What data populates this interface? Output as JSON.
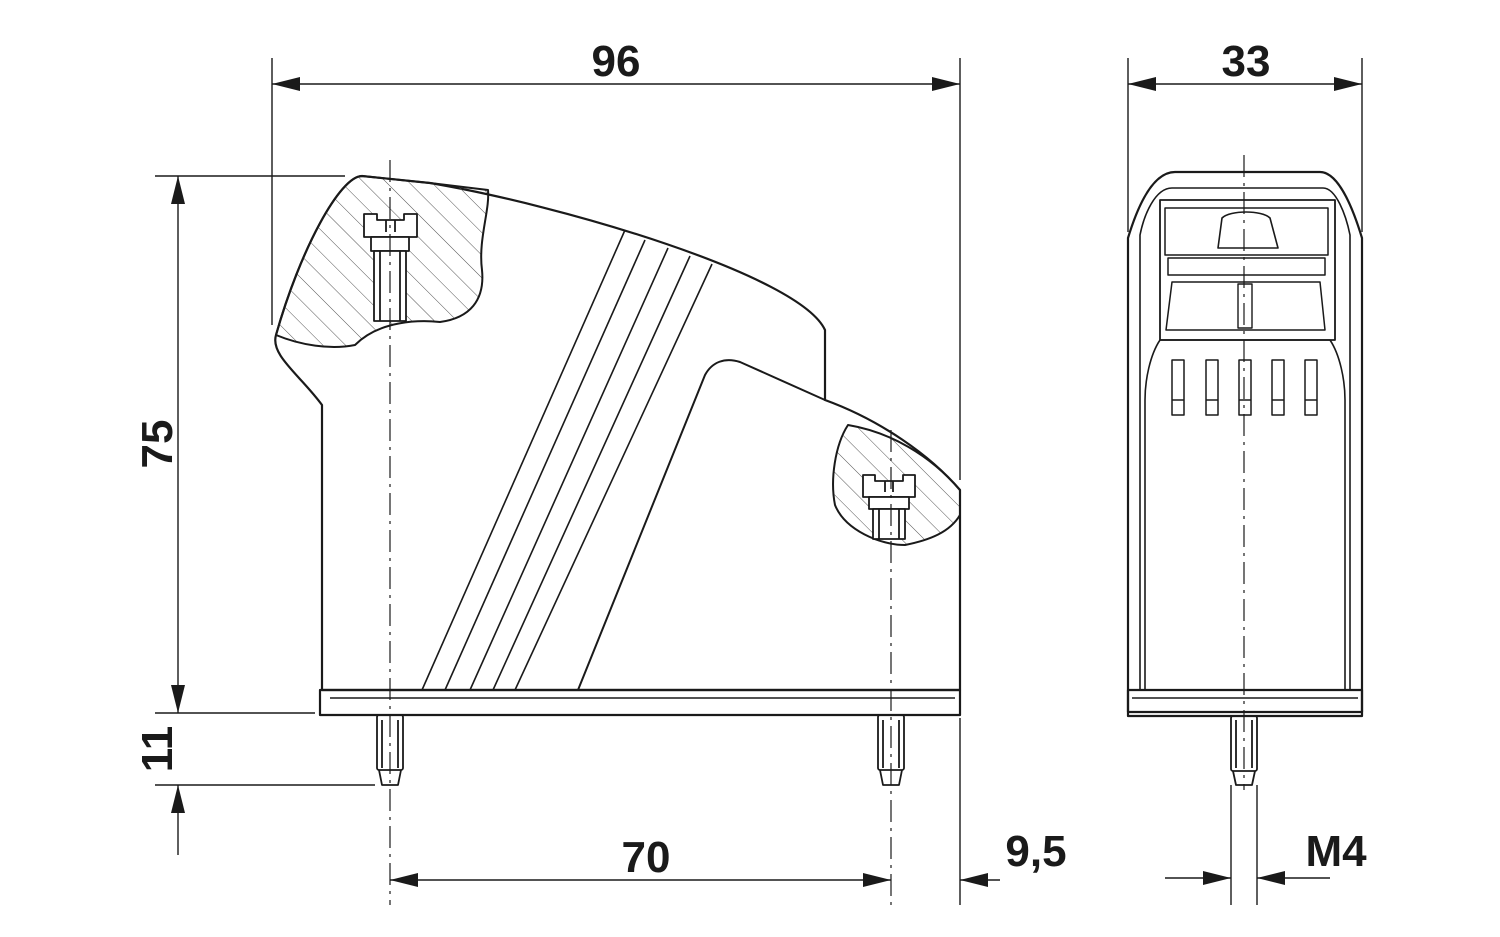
{
  "dimensions": {
    "side_width": "96",
    "front_width": "33",
    "height": "75",
    "pin_length": "11",
    "pin_spacing": "70",
    "pin_offset": "9,5",
    "thread": "M4"
  },
  "colors": {
    "line": "#1a1a1a",
    "hatch": "#555555",
    "background": "#ffffff"
  }
}
